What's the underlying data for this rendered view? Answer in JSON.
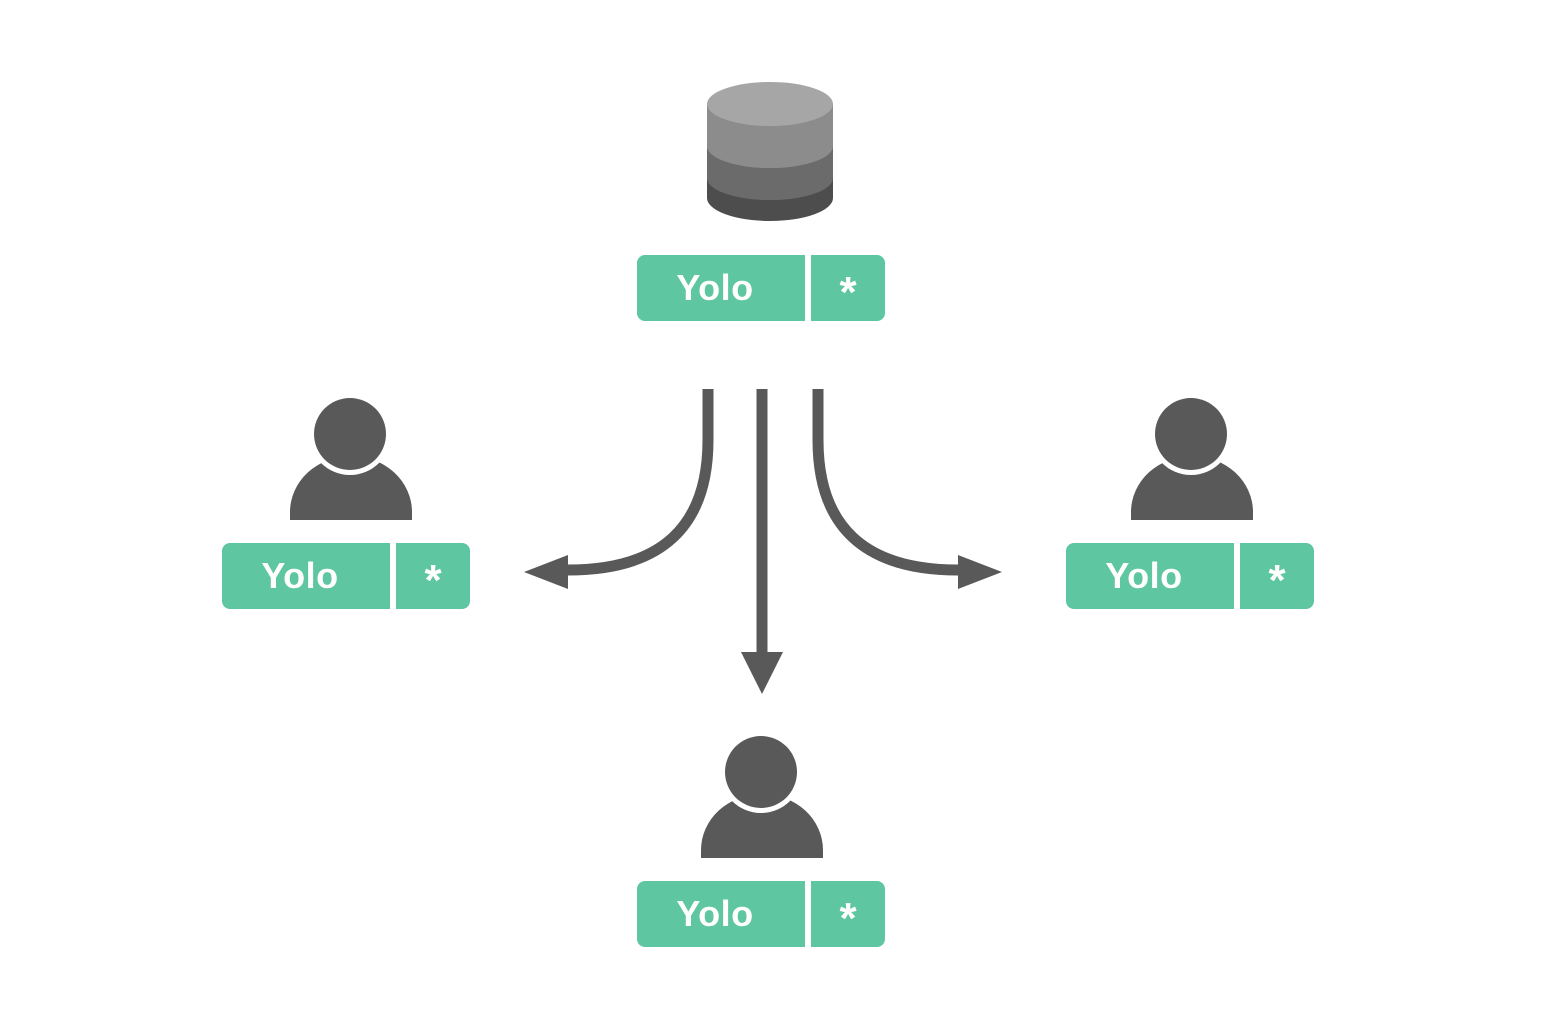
{
  "colors": {
    "tag_fill": "#5ec6a0",
    "tag_text": "#ffffff",
    "icon_gray": "#595959",
    "arrow_gray": "#595959",
    "db_layers": [
      "#a6a6a6",
      "#8c8c8c",
      "#6b6b6b",
      "#4d4d4d"
    ]
  },
  "source": {
    "icon": "database-icon",
    "tag": {
      "name": "Yolo",
      "flag": "*"
    }
  },
  "clients": [
    {
      "id": "left",
      "icon": "user-icon",
      "tag": {
        "name": "Yolo",
        "flag": "*"
      }
    },
    {
      "id": "center",
      "icon": "user-icon",
      "tag": {
        "name": "Yolo",
        "flag": "*"
      }
    },
    {
      "id": "right",
      "icon": "user-icon",
      "tag": {
        "name": "Yolo",
        "flag": "*"
      }
    }
  ],
  "edges": [
    {
      "from": "source",
      "to": "left",
      "icon": "curved-arrow-left-icon"
    },
    {
      "from": "source",
      "to": "center",
      "icon": "arrow-down-icon"
    },
    {
      "from": "source",
      "to": "right",
      "icon": "curved-arrow-right-icon"
    }
  ]
}
